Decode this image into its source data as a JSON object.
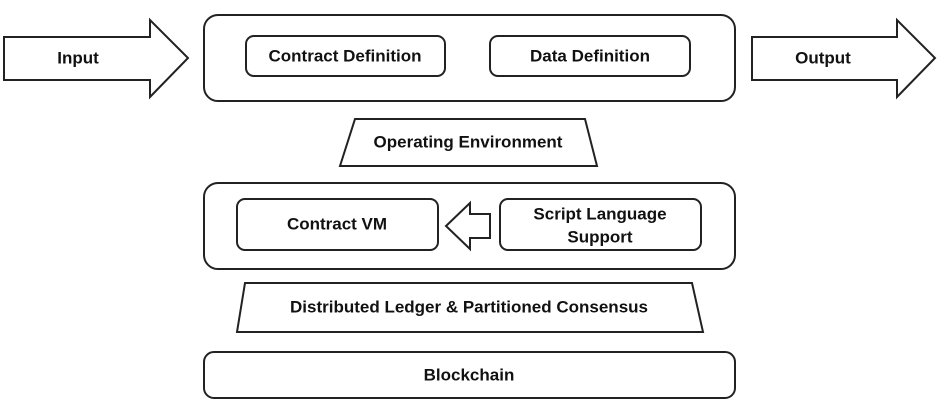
{
  "diagram": {
    "input_label": "Input",
    "output_label": "Output",
    "top_box": {
      "contract_definition": "Contract Definition",
      "data_definition": "Data Definition"
    },
    "operating_environment": "Operating Environment",
    "vm_box": {
      "contract_vm": "Contract VM",
      "script_language_line1": "Script Language",
      "script_language_line2": "Support"
    },
    "distributed_ledger": "Distributed Ledger & Partitioned Consensus",
    "blockchain": "Blockchain"
  }
}
